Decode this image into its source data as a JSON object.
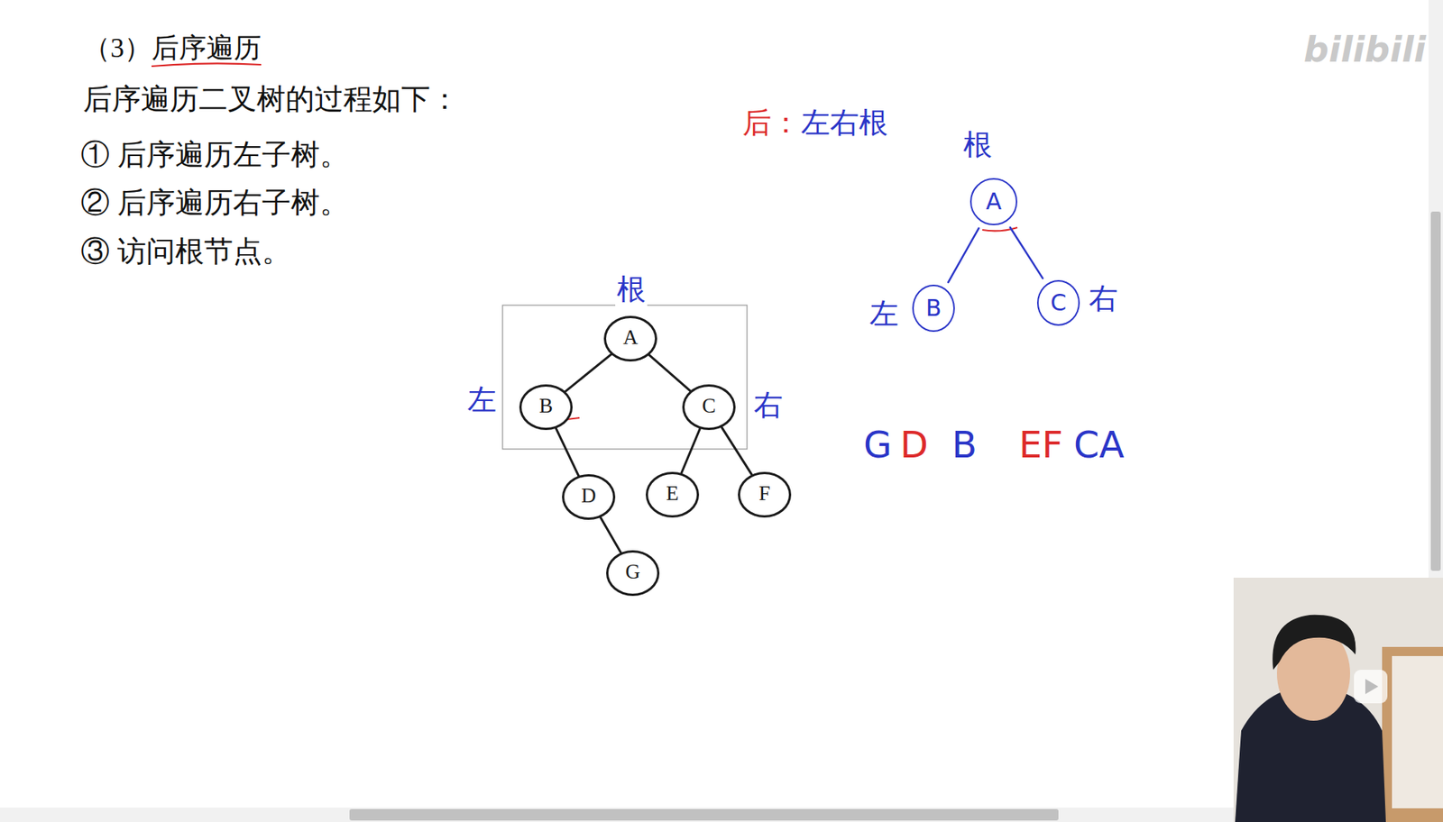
{
  "diagram": {
    "title": "（3）后序遍历",
    "nodes": [
      {
        "text": [
          "A"
        ]
      },
      {
        "text": [
          "B"
        ]
      },
      {
        "text": [
          "C"
        ]
      },
      {
        "text": [
          "D"
        ]
      },
      {
        "text": [
          "E"
        ]
      },
      {
        "text": [
          "F"
        ]
      },
      {
        "text": [
          "G"
        ]
      },
      {
        "text": [
          "A"
        ]
      },
      {
        "text": [
          "B"
        ]
      },
      {
        "text": [
          "C"
        ]
      }
    ],
    "edges": [
      {
        "from": 0,
        "to": 1,
        "arrow": "none"
      },
      {
        "from": 0,
        "to": 2,
        "arrow": "none"
      },
      {
        "from": 1,
        "to": 3,
        "arrow": "none"
      },
      {
        "from": 2,
        "to": 4,
        "arrow": "none"
      },
      {
        "from": 2,
        "to": 5,
        "arrow": "none"
      },
      {
        "from": 3,
        "to": 6,
        "arrow": "none"
      },
      {
        "from": 7,
        "to": 8,
        "arrow": "none"
      },
      {
        "from": 7,
        "to": 9,
        "arrow": "none"
      }
    ],
    "labels": [
      "后序遍历二叉树的过程如下：",
      "① 后序遍历左子树。",
      "② 后序遍历右子树。",
      "③ 访问根节点。",
      "后：",
      "左右根",
      "根",
      "左",
      "右",
      "根",
      "左",
      "右",
      "G",
      "D",
      "B",
      "EF",
      "CA",
      "bilibili"
    ]
  }
}
